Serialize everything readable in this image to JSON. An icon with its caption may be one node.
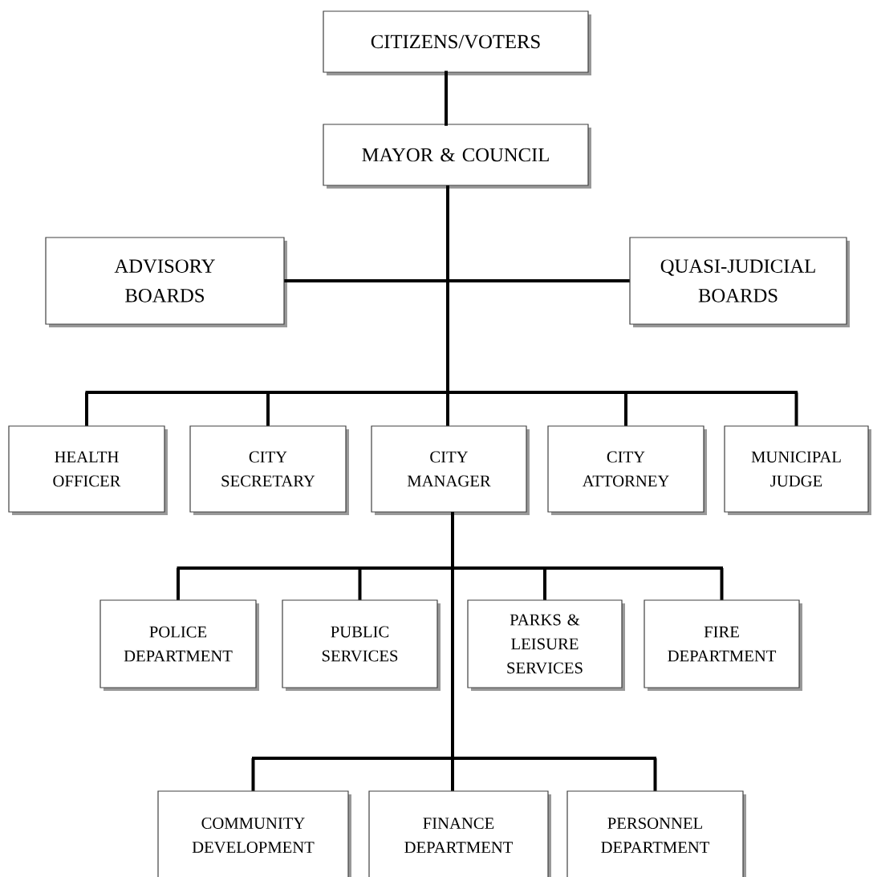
{
  "diagram": {
    "nodes": [
      {
        "text": [
          "CITIZENS/VOTERS"
        ]
      },
      {
        "text": [
          "MAYOR & COUNCIL"
        ]
      },
      {
        "text": [
          "ADVISORY BOARDS"
        ]
      },
      {
        "text": [
          "QUASI-JUDICIAL BOARDS"
        ]
      },
      {
        "text": [
          "HEALTH OFFICER"
        ]
      },
      {
        "text": [
          "CITY SECRETARY"
        ]
      },
      {
        "text": [
          "CITY MANAGER"
        ]
      },
      {
        "text": [
          "CITY ATTORNEY"
        ]
      },
      {
        "text": [
          "MUNICIPAL JUDGE"
        ]
      },
      {
        "text": [
          "POLICE DEPARTMENT"
        ]
      },
      {
        "text": [
          "PUBLIC SERVICES"
        ]
      },
      {
        "text": [
          "PARKS & LEISURE SERVICES"
        ]
      },
      {
        "text": [
          "FIRE DEPARTMENT"
        ]
      },
      {
        "text": [
          "COMMUNITY DEVELOPMENT"
        ]
      },
      {
        "text": [
          "FINANCE DEPARTMENT"
        ]
      },
      {
        "text": [
          "PERSONNEL DEPARTMENT"
        ]
      }
    ],
    "edges": [
      {
        "from": 0,
        "to": 1,
        "arrow": "none"
      },
      {
        "from": 1,
        "to": 2,
        "arrow": "none"
      },
      {
        "from": 1,
        "to": 3,
        "arrow": "none"
      },
      {
        "from": 1,
        "to": 4,
        "arrow": "none"
      },
      {
        "from": 1,
        "to": 5,
        "arrow": "none"
      },
      {
        "from": 1,
        "to": 6,
        "arrow": "none"
      },
      {
        "from": 1,
        "to": 7,
        "arrow": "none"
      },
      {
        "from": 1,
        "to": 8,
        "arrow": "none"
      },
      {
        "from": 6,
        "to": 9,
        "arrow": "none"
      },
      {
        "from": 6,
        "to": 10,
        "arrow": "none"
      },
      {
        "from": 6,
        "to": 11,
        "arrow": "none"
      },
      {
        "from": 6,
        "to": 12,
        "arrow": "none"
      },
      {
        "from": 6,
        "to": 13,
        "arrow": "none"
      },
      {
        "from": 6,
        "to": 14,
        "arrow": "none"
      },
      {
        "from": 6,
        "to": 15,
        "arrow": "none"
      }
    ]
  }
}
